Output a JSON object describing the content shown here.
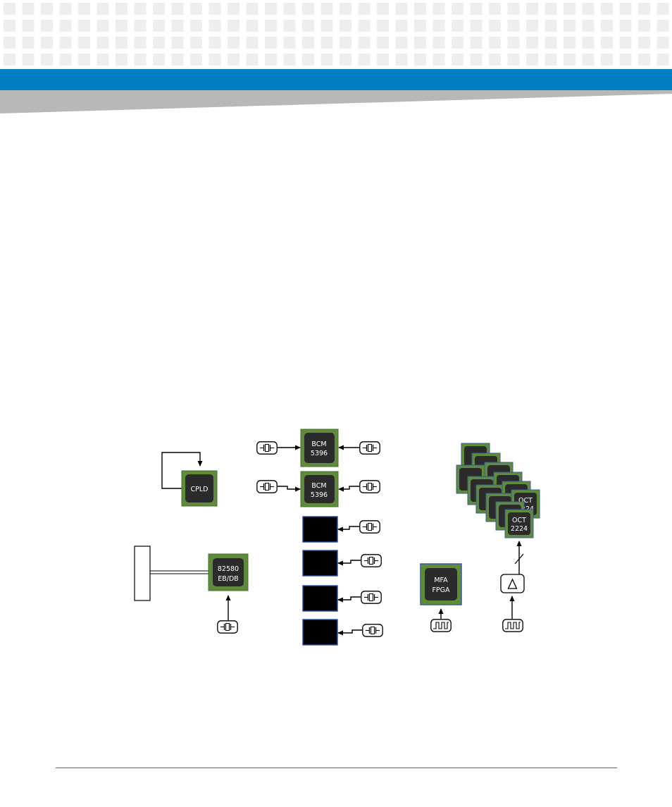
{
  "colors": {
    "brand_blue": "#0080c3",
    "pattern_gray": "#eeeeee",
    "wedge_gray": "#b7b8ba",
    "chip_green": "#5f8c3a",
    "chip_core": "#2b2b2b",
    "black_box_border": "#2850a0"
  },
  "diagram": {
    "cpld": {
      "label": "CPLD"
    },
    "nic": {
      "line1": "82580",
      "line2": "EB/DB"
    },
    "bcm_top": {
      "line1": "BCM",
      "line2": "5396"
    },
    "bcm_bottom": {
      "line1": "BCM",
      "line2": "5396"
    },
    "mfa": {
      "line1": "MFA",
      "line2": "FPGA"
    },
    "oct_front": {
      "line1": "OCT",
      "line2": "2224"
    },
    "oct_back": {
      "line1": "OCT",
      "line2": "2224"
    },
    "icons": {
      "crystal": "crystal-oscillator-icon",
      "clock": "square-wave-clock-icon",
      "buffer": "triangle-buffer-icon"
    }
  }
}
